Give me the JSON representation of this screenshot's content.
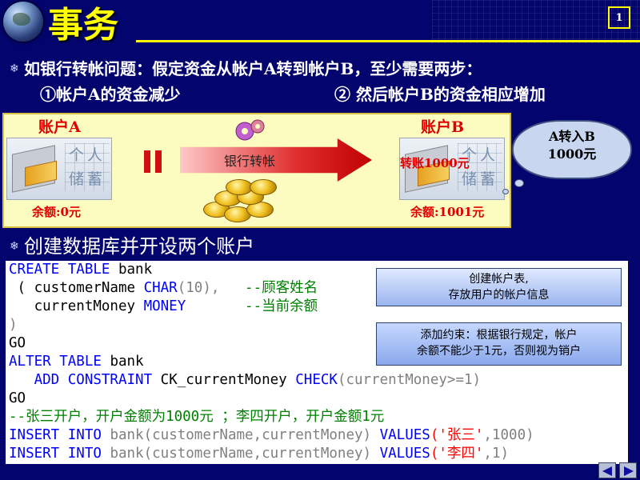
{
  "header": {
    "title": "事务",
    "page_number": "1"
  },
  "intro": {
    "text": "如银行转帐问题：假定资金从帐户A转到帐户B，至少需要两步：",
    "step1": "①帐户A的资金减少",
    "step2": "② 然后帐户B的资金相应增加"
  },
  "diagram": {
    "account_a_label": "账户A",
    "account_b_label": "账户B",
    "card_tile_text_a": "个人储蓄",
    "card_tile_text_b": "个人储蓄",
    "transfer_label": "银行转帐",
    "card_b_overlay": "转账1000元",
    "balance_a": "余额:0元",
    "balance_b": "余额:1001元",
    "callout_line1": "A转入B",
    "callout_line2": "1000元"
  },
  "section": {
    "title": "创建数据库并开设两个账户"
  },
  "code": {
    "l1_kw1": "CREATE TABLE",
    "l1_rest": " bank",
    "l2_a": " ( customerName ",
    "l2_kw": "CHAR",
    "l2_b": "(10),   ",
    "l2_cm": "--顾客姓名",
    "l3_a": "   currentMoney ",
    "l3_kw": "MONEY",
    "l3_b": "       ",
    "l3_cm": "--当前余额",
    "l4": ")",
    "l5": "GO",
    "l6_kw": "ALTER TABLE",
    "l6_rest": " bank",
    "l7_kw1": "   ADD CONSTRAINT",
    "l7_mid": " CK_currentMoney ",
    "l7_kw2": "CHECK",
    "l7_rest": "(currentMoney>=1)",
    "l8": "GO",
    "l9_cm": "--张三开户，开户金额为1000元 ；李四开户，开户金额1元",
    "l10_kw": "INSERT INTO",
    "l10_mid": " bank(customerName,currentMoney) ",
    "l10_kw2": "VALUES",
    "l10_st": "('张三'",
    "l10_rest": ",1000)",
    "l11_kw": "INSERT INTO",
    "l11_mid": " bank(customerName,currentMoney) ",
    "l11_kw2": "VALUES",
    "l11_st": "('李四'",
    "l11_rest": ",1)"
  },
  "notes": {
    "note1_line1": "创建帐户表,",
    "note1_line2": "存放用户的帐户信息",
    "note2_line1": "添加约束：根据银行规定，帐户",
    "note2_line2": "余额不能少于1元，否则视为销户"
  },
  "colors": {
    "background": "#04046e",
    "title": "#ffff00",
    "keyword": "#0000ff",
    "comment": "#008000",
    "string": "#ff0000",
    "alert": "#e00000"
  },
  "icons": [
    "globe-icon",
    "bullet-snowflake-icon",
    "gear-icon",
    "coins-icon",
    "wallet-card-icon",
    "prev-slide-icon",
    "next-slide-icon"
  ]
}
